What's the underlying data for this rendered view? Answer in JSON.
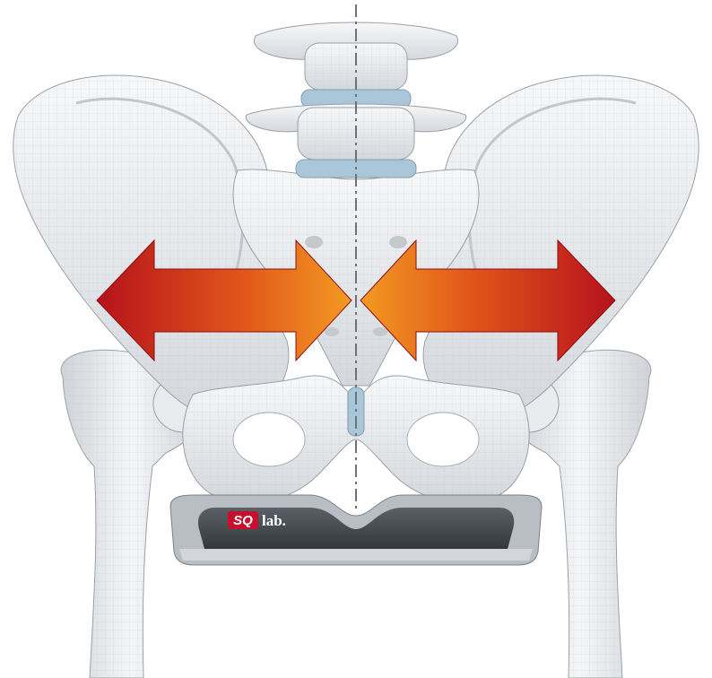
{
  "image": {
    "subject": "pelvis-anatomy-illustration"
  },
  "logo": {
    "brand_sq": "SQ",
    "brand_lab": "lab.",
    "brand_color": "#c8102e"
  },
  "colors": {
    "bone_light": "#f2f3f4",
    "bone_shadow": "#c9cdd1",
    "disc_blue": "#a9c7d8",
    "arrow_orange": "#f08a1c",
    "arrow_red": "#c0141b",
    "saddle_dark": "#4a4f55",
    "saddle_light": "#b9bec4"
  },
  "icons": [
    "arrow-double-left-icon",
    "arrow-double-right-icon"
  ]
}
